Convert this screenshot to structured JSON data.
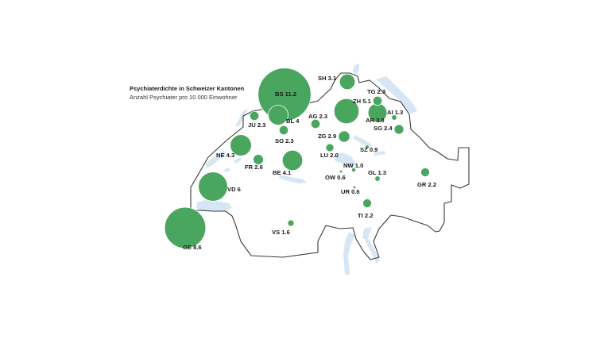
{
  "title": "Psychiaterdichte in Schweizer Kantonen",
  "subtitle": "Anzahl Psychiater pro 10 000 Einwohner",
  "colors": {
    "bubble": "#4aa55f",
    "water": "#d6e6f4",
    "border": "#3a3a3a",
    "text": "#1a1a1a"
  },
  "map_data": {
    "type": "bubble-map",
    "cantons": [
      {
        "code": "BS",
        "value": 11.2,
        "label": "BS 11.2"
      },
      {
        "code": "GE",
        "value": 8.6,
        "label": "GE 8.6"
      },
      {
        "code": "VD",
        "value": 6,
        "label": "VD 6"
      },
      {
        "code": "ZH",
        "value": 5.1,
        "label": "ZH 5.1"
      },
      {
        "code": "NE",
        "value": 4.3,
        "label": "NE 4.3"
      },
      {
        "code": "BE",
        "value": 4.1,
        "label": "BE 4.1"
      },
      {
        "code": "BL",
        "value": 4,
        "label": "BL 4"
      },
      {
        "code": "AR",
        "value": 3.8,
        "label": "AR 3.8"
      },
      {
        "code": "SH",
        "value": 3.1,
        "label": "SH 3.1"
      },
      {
        "code": "ZG",
        "value": 2.9,
        "label": "ZG 2.9"
      },
      {
        "code": "FR",
        "value": 2.6,
        "label": "FR 2.6"
      },
      {
        "code": "SG",
        "value": 2.4,
        "label": "SG 2.4"
      },
      {
        "code": "JU",
        "value": 2.3,
        "label": "JU 2.3"
      },
      {
        "code": "SO",
        "value": 2.3,
        "label": "SO 2.3"
      },
      {
        "code": "AG",
        "value": 2.3,
        "label": "AG 2.3"
      },
      {
        "code": "TG",
        "value": 2.3,
        "label": "TG 2.3"
      },
      {
        "code": "GR",
        "value": 2.2,
        "label": "GR 2.2"
      },
      {
        "code": "TI",
        "value": 2.2,
        "label": "TI 2.2"
      },
      {
        "code": "LU",
        "value": 2.0,
        "label": "LU 2.0"
      },
      {
        "code": "VS",
        "value": 1.6,
        "label": "VS 1.6"
      },
      {
        "code": "AI",
        "value": 1.3,
        "label": "AI 1.3"
      },
      {
        "code": "GL",
        "value": 1.3,
        "label": "GL 1.3"
      },
      {
        "code": "NW",
        "value": 1.0,
        "label": "NW 1.0"
      },
      {
        "code": "SZ",
        "value": 0.9,
        "label": "SZ 0.9"
      },
      {
        "code": "OW",
        "value": 0.6,
        "label": "OW 0.6"
      },
      {
        "code": "UR",
        "value": 0.6,
        "label": "UR 0.6"
      }
    ]
  }
}
